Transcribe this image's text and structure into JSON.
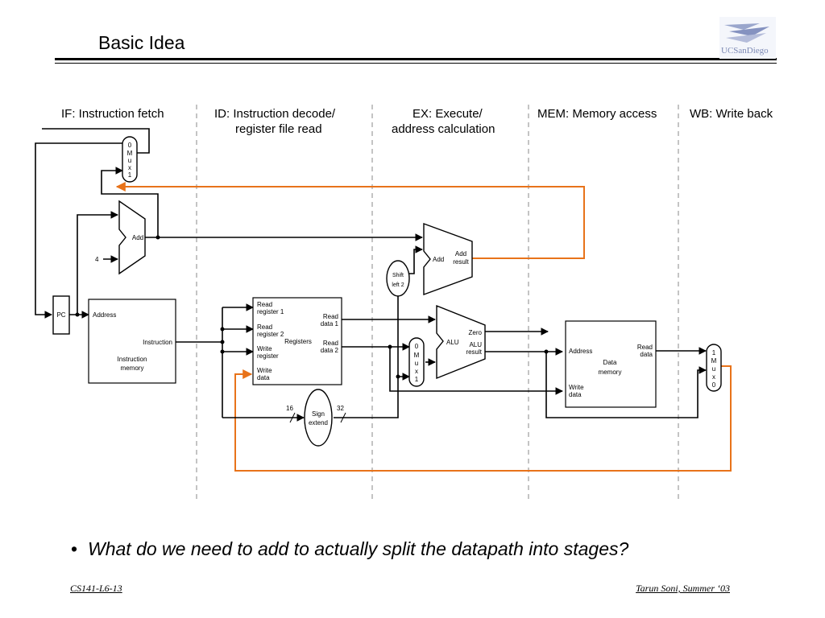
{
  "slide": {
    "title": "Basic Idea",
    "logo_text": "UCSanDiego",
    "bullet": "What do we need to add to actually split the datapath into stages?",
    "footer_left": "CS141-L6-13",
    "footer_right": "Tarun Soni, Summer ‘03"
  },
  "diagram": {
    "stages": [
      {
        "line1": "IF: Instruction fetch",
        "line2": ""
      },
      {
        "line1": "ID: Instruction decode/",
        "line2": "register file read"
      },
      {
        "line1": "EX: Execute/",
        "line2": "address calculation"
      },
      {
        "line1": "MEM: Memory access",
        "line2": ""
      },
      {
        "line1": "WB: Write back",
        "line2": ""
      }
    ],
    "pc_label": "PC",
    "four_label": "4",
    "add_label": "Add",
    "mux_top": [
      "0",
      "M",
      "u",
      "x",
      "1"
    ],
    "instr_mem": {
      "address": "Address",
      "instruction": "Instruction",
      "name1": "Instruction",
      "name2": "memory"
    },
    "registers": {
      "read_reg1_a": "Read",
      "read_reg1_b": "register 1",
      "read_reg2_a": "Read",
      "read_reg2_b": "register 2",
      "write_reg_a": "Write",
      "write_reg_b": "register",
      "write_data_a": "Write",
      "write_data_b": "data",
      "name": "Registers",
      "read_data1_a": "Read",
      "read_data1_b": "data 1",
      "read_data2_a": "Read",
      "read_data2_b": "data 2"
    },
    "shift": {
      "a": "Shift",
      "b": "left 2"
    },
    "add_result": {
      "left": "Add",
      "right_a": "Add",
      "right_b": "result"
    },
    "mux_alu": [
      "0",
      "M",
      "u",
      "x",
      "1"
    ],
    "alu": {
      "name": "ALU",
      "zero": "Zero",
      "result_a": "ALU",
      "result_b": "result"
    },
    "sign_extend": {
      "a": "Sign",
      "b": "extend",
      "in": "16",
      "out": "32"
    },
    "data_mem": {
      "address": "Address",
      "write_a": "Write",
      "write_b": "data",
      "read_a": "Read",
      "read_b": "data",
      "name1": "Data",
      "name2": "memory"
    },
    "mux_wb": [
      "1",
      "M",
      "u",
      "x",
      "0"
    ],
    "colors": {
      "feedback": "#e8731a",
      "wire": "#000000",
      "stage_divider": "#888888"
    }
  }
}
